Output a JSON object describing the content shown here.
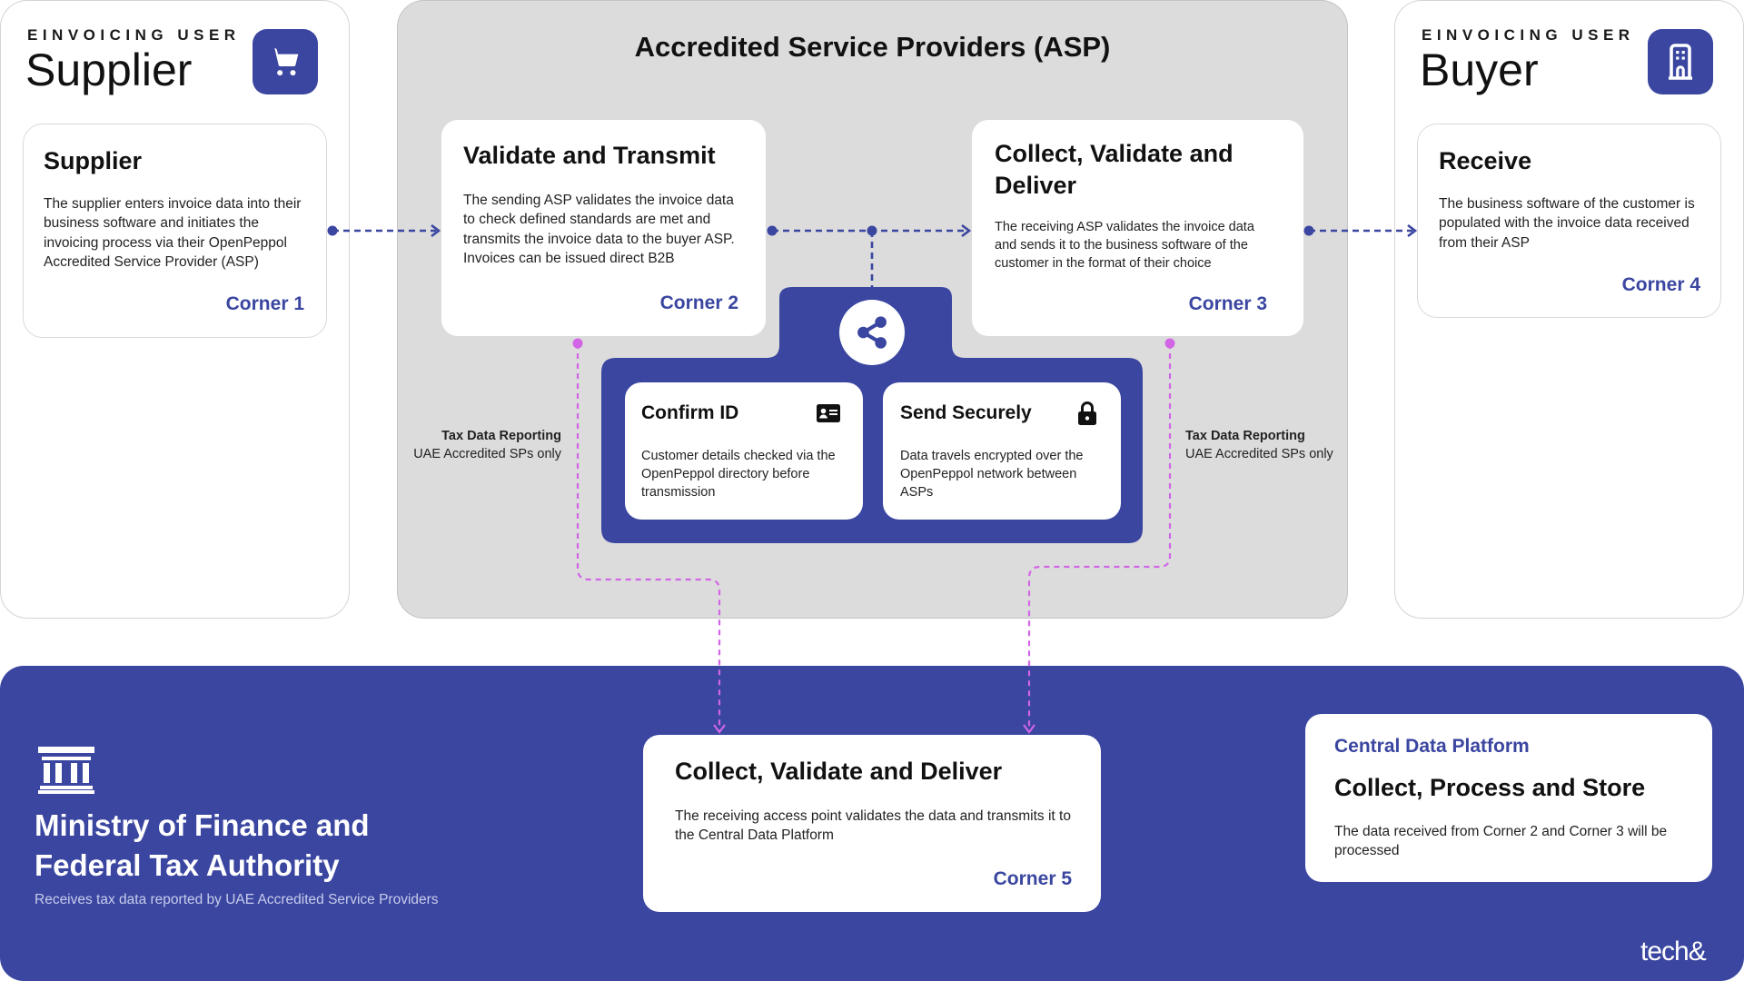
{
  "supplier_panel": {
    "eyebrow": "EINVOICING USER",
    "name": "Supplier",
    "icon": "shopping-cart-icon",
    "card": {
      "title": "Supplier",
      "body": "The supplier enters invoice data into their business software and initiates the invoicing process via their OpenPeppol Accredited Service Provider (ASP)",
      "corner": "Corner 1"
    }
  },
  "asp_panel": {
    "title": "Accredited Service Providers (ASP)",
    "card_left": {
      "title": "Validate and Transmit",
      "body": "The sending ASP validates the invoice data to check defined standards are met and transmits the invoice data to the buyer ASP. Invoices can be issued direct B2B",
      "corner": "Corner 2"
    },
    "card_right": {
      "title": "Collect, Validate and Deliver",
      "body": "The receiving ASP validates the invoice data and sends it to the business software of the customer in the format of their choice",
      "corner": "Corner 3"
    },
    "hub": {
      "icon": "share-icon",
      "confirm": {
        "title": "Confirm ID",
        "icon": "id-card-icon",
        "body": "Customer details checked via the OpenPeppol directory before transmission"
      },
      "secure": {
        "title": "Send Securely",
        "icon": "lock-icon",
        "body": "Data travels encrypted over the OpenPeppol network between ASPs"
      }
    }
  },
  "reporting_left": {
    "title": "Tax Data Reporting",
    "sub": "UAE Accredited SPs only"
  },
  "reporting_right": {
    "title": "Tax Data Reporting",
    "sub": "UAE Accredited SPs only"
  },
  "buyer_panel": {
    "eyebrow": "EINVOICING USER",
    "name": "Buyer",
    "icon": "building-icon",
    "card": {
      "title": "Receive",
      "body": "The business software of the customer is populated with the invoice data received from their ASP",
      "corner": "Corner 4"
    }
  },
  "authority": {
    "icon": "government-building-icon",
    "title_line1": "Ministry of Finance and",
    "title_line2": "Federal Tax Authority",
    "subtitle": "Receives tax data reported by UAE Accredited Service Providers"
  },
  "corner5_card": {
    "title": "Collect, Validate and Deliver",
    "body": "The receiving access point validates the data and transmits it to the Central Data Platform",
    "corner": "Corner 5"
  },
  "cdp_card": {
    "eyebrow": "Central Data Platform",
    "title": "Collect, Process and Store",
    "body": "The data received from Corner 2 and Corner 3 will be processed"
  },
  "logo": {
    "text": "tech&"
  },
  "colors": {
    "brand": "#3a46a0",
    "reporting_line": "#d265e6",
    "panel_grey": "#dcdcdc"
  }
}
